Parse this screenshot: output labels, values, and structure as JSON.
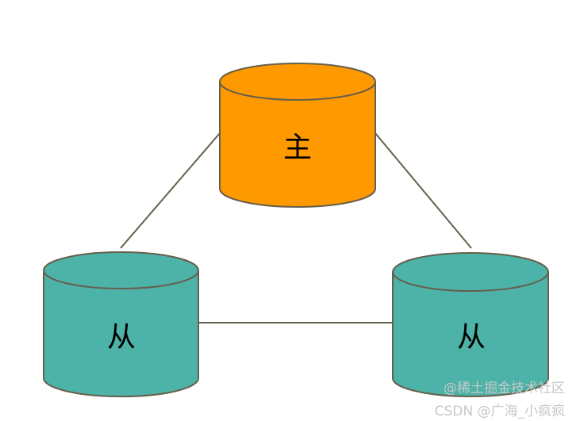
{
  "nodes": {
    "master": {
      "label": "主",
      "color": "#FF9900"
    },
    "slave_left": {
      "label": "从",
      "color": "#4DB3A9"
    },
    "slave_right": {
      "label": "从",
      "color": "#4DB3A9"
    }
  },
  "edges": [
    [
      "master",
      "slave_left"
    ],
    [
      "master",
      "slave_right"
    ],
    [
      "slave_left",
      "slave_right"
    ]
  ],
  "stroke_color": "#665F4C",
  "watermarks": {
    "csdn": "CSDN @广海_小疯疯",
    "juejin": "@稀土掘金技术社区"
  }
}
